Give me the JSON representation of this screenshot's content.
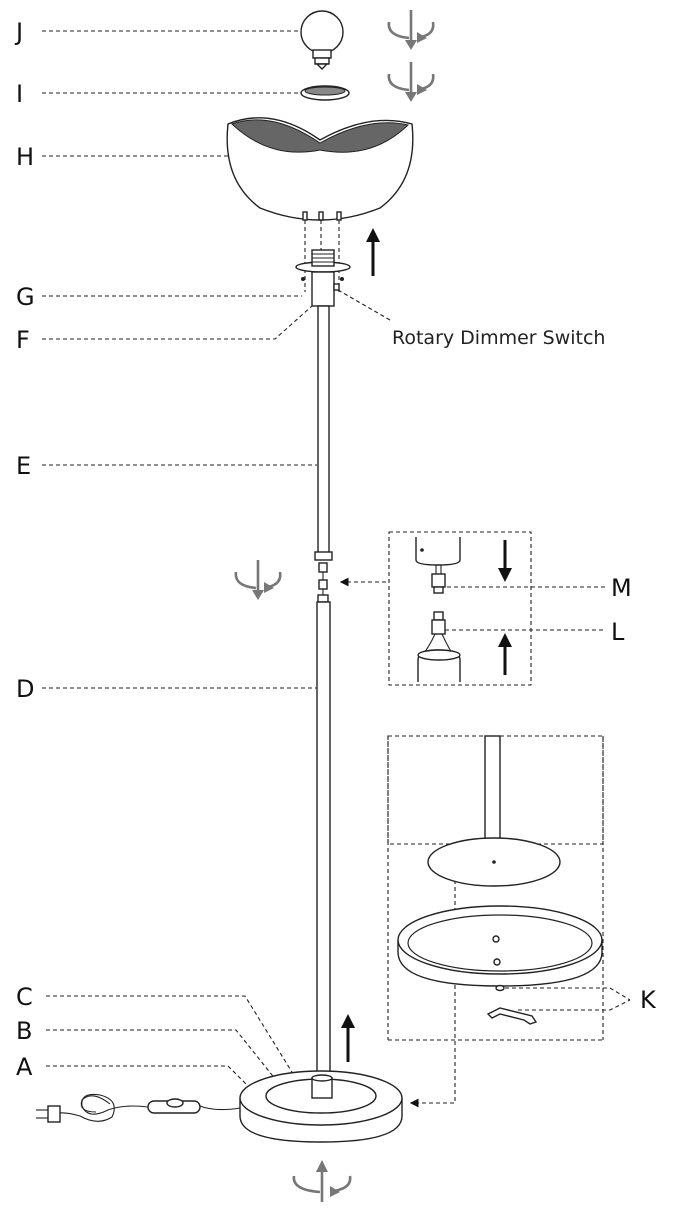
{
  "labels": {
    "a": "A",
    "b": "B",
    "c": "C",
    "d": "D",
    "e": "E",
    "f": "F",
    "g": "G",
    "h": "H",
    "i": "I",
    "j": "J",
    "k": "K",
    "l": "L",
    "m": "M"
  },
  "callouts": {
    "switch": "Rotary Dimmer Switch"
  }
}
